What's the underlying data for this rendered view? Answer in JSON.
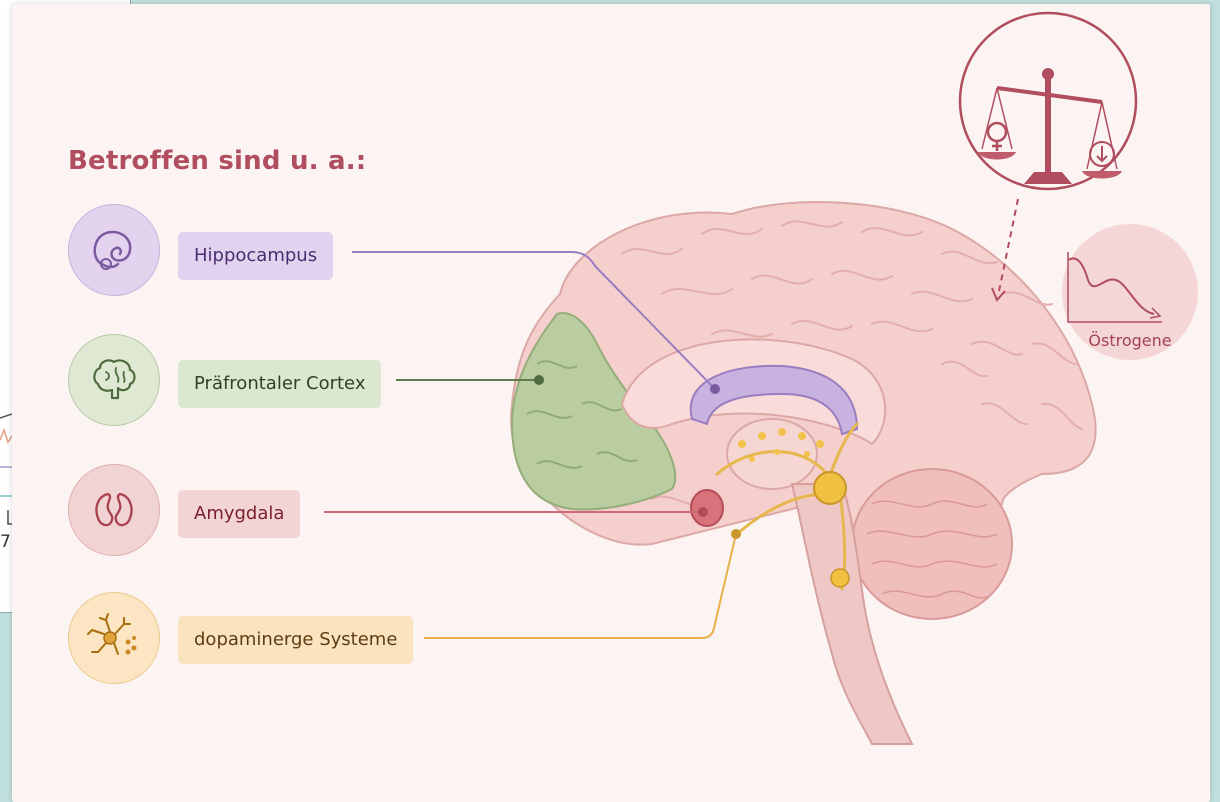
{
  "heading": "Betroffen sind u. a.:",
  "regions": [
    {
      "label": "Hippocampus",
      "icon": "hippocampus-icon",
      "color": "#9a7cc0"
    },
    {
      "label": "Präfrontaler Cortex",
      "icon": "brain-icon",
      "color": "#5f7a4c"
    },
    {
      "label": "Amygdala",
      "icon": "amygdala-icon",
      "color": "#d16a76"
    },
    {
      "label": "dopaminerge Systeme",
      "icon": "neuron-icon",
      "color": "#e6b04a"
    }
  ],
  "hormone_label": "Östrogene",
  "background_tick": "7",
  "colors": {
    "accent": "#b04d5f",
    "background": "#fbf4f2",
    "brain": "#f5cfcc"
  }
}
